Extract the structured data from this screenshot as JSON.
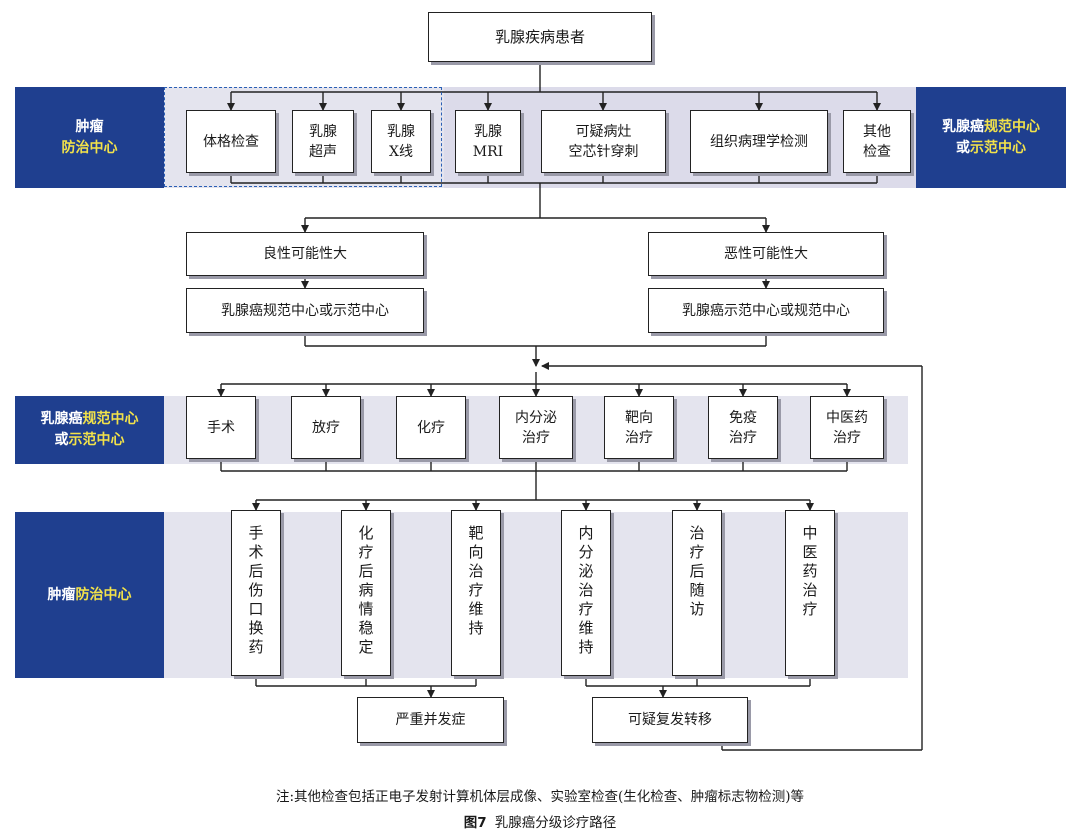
{
  "top": {
    "patient": "乳腺疾病患者"
  },
  "row1": {
    "left_label": {
      "line1": "肿瘤",
      "line2": "防治中心"
    },
    "right_label": {
      "line1_a": "乳腺癌",
      "line1_b": "规范中心",
      "line2_a": "或",
      "line2_b": "示范中心"
    },
    "boxes": {
      "physical": "体格检查",
      "us_l1": "乳腺",
      "us_l2": "超声",
      "xr_l1": "乳腺",
      "xr_l2": "X线",
      "mri_l1": "乳腺",
      "mri_l2": "MRI",
      "biopsy_l1": "可疑病灶",
      "biopsy_l2": "空芯针穿刺",
      "pathology": "组织病理学检测",
      "other_l1": "其他",
      "other_l2": "检查"
    }
  },
  "row2": {
    "benign": "良性可能性大",
    "malignant": "恶性可能性大",
    "benign_center": "乳腺癌规范中心或示范中心",
    "malignant_center": "乳腺癌示范中心或规范中心"
  },
  "row3": {
    "label": {
      "line1_a": "乳腺癌",
      "line1_b": "规范中心",
      "line2_a": "或",
      "line2_b": "示范中心"
    },
    "boxes": {
      "surgery": "手术",
      "radio": "放疗",
      "chemo": "化疗",
      "endo_l1": "内分泌",
      "endo_l2": "治疗",
      "target_l1": "靶向",
      "target_l2": "治疗",
      "immune_l1": "免疫",
      "immune_l2": "治疗",
      "tcm_l1": "中医药",
      "tcm_l2": "治疗"
    }
  },
  "row4": {
    "label": {
      "a": "肿瘤",
      "b": "防治中心"
    },
    "boxes": {
      "wound": "手术后伤口换药",
      "chemo_stable": "化疗后病情稳定",
      "target_maint": "靶向治疗维持",
      "endo_maint": "内分泌治疗维持",
      "followup": "治疗后随访",
      "tcm": "中医药治疗"
    }
  },
  "bottom": {
    "complication": "严重并发症",
    "recurrence": "可疑复发转移"
  },
  "note": "注:其他检查包括正电子发射计算机体层成像、实验室检查(生化检查、肿瘤标志物检测)等",
  "caption": {
    "fig": "图7",
    "title": "乳腺癌分级诊疗路径"
  },
  "colors": {
    "label_bg": "#1f3f8f",
    "highlight": "#f2e24a",
    "dash": "#2b5fb5",
    "band": "#e4e4ee"
  }
}
